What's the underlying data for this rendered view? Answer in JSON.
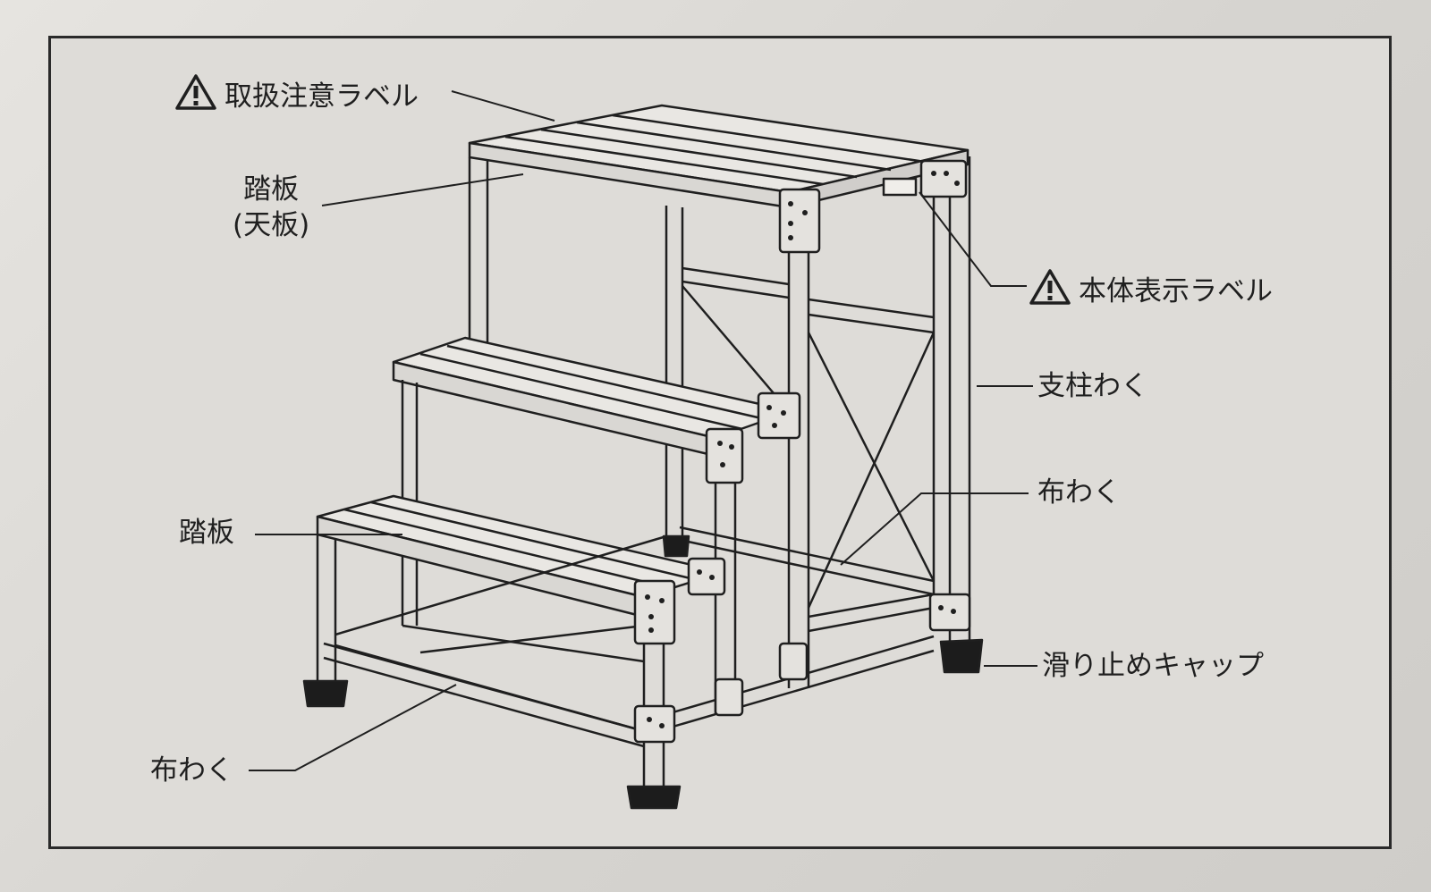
{
  "labels": {
    "handling_caution_label": "取扱注意ラベル",
    "top_tread_line1": "踏板",
    "top_tread_line2": "(天板)",
    "body_display_label": "本体表示ラベル",
    "post_frame": "支柱わく",
    "brace_frame_right": "布わく",
    "tread": "踏板",
    "brace_frame_left": "布わく",
    "anti_slip_cap": "滑り止めキャップ"
  },
  "icons": {
    "warning": "warning-triangle-icon"
  },
  "colors": {
    "ink": "#1f1f1f",
    "paper": "#dedcd8",
    "frame_border": "#2a2a2a"
  }
}
